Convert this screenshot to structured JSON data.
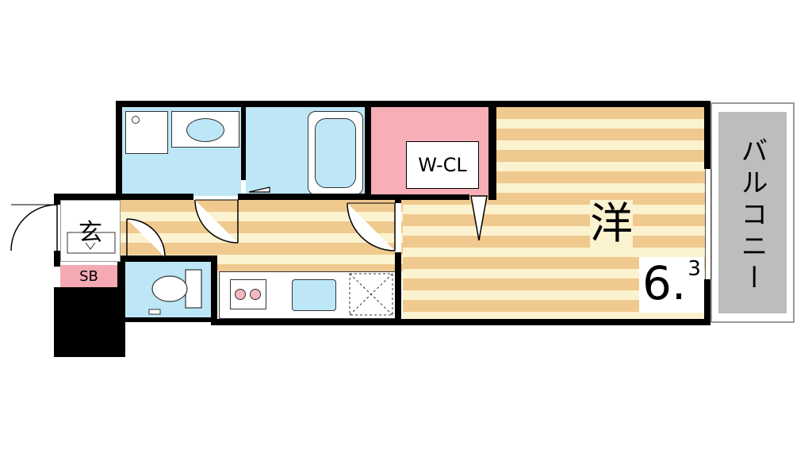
{
  "floor_plan": {
    "rooms": {
      "western_room": {
        "label": "洋",
        "size_main": "6.",
        "size_sup": "3"
      },
      "walk_in_closet": {
        "label": "W-CL"
      },
      "balcony": {
        "label": "バルコニー"
      },
      "entrance": {
        "label": "玄"
      },
      "shoe_box": {
        "label": "SB"
      }
    },
    "colors": {
      "wall": "#000000",
      "wet_area": "#bde7f7",
      "closet": "#f7aeb6",
      "shoe_box": "#f4a9b3",
      "balcony": "#bdbdbd",
      "floor_dark": "#f0c98f",
      "floor_light": "#fbf2cf"
    }
  }
}
